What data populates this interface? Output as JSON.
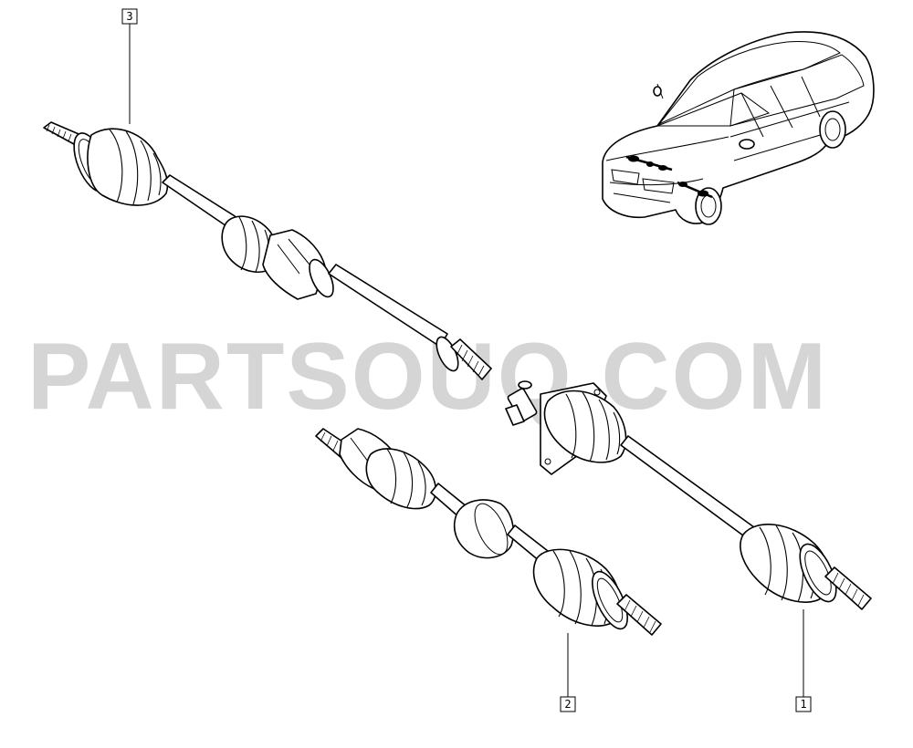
{
  "diagram": {
    "watermark": "PARTSOUQ.COM",
    "callouts": [
      {
        "id": "callout-3",
        "label": "3"
      },
      {
        "id": "callout-2",
        "label": "2"
      },
      {
        "id": "callout-1",
        "label": "1"
      }
    ]
  },
  "colors": {
    "line": "#000000",
    "background": "#ffffff",
    "watermark": "#c8c8c8"
  }
}
